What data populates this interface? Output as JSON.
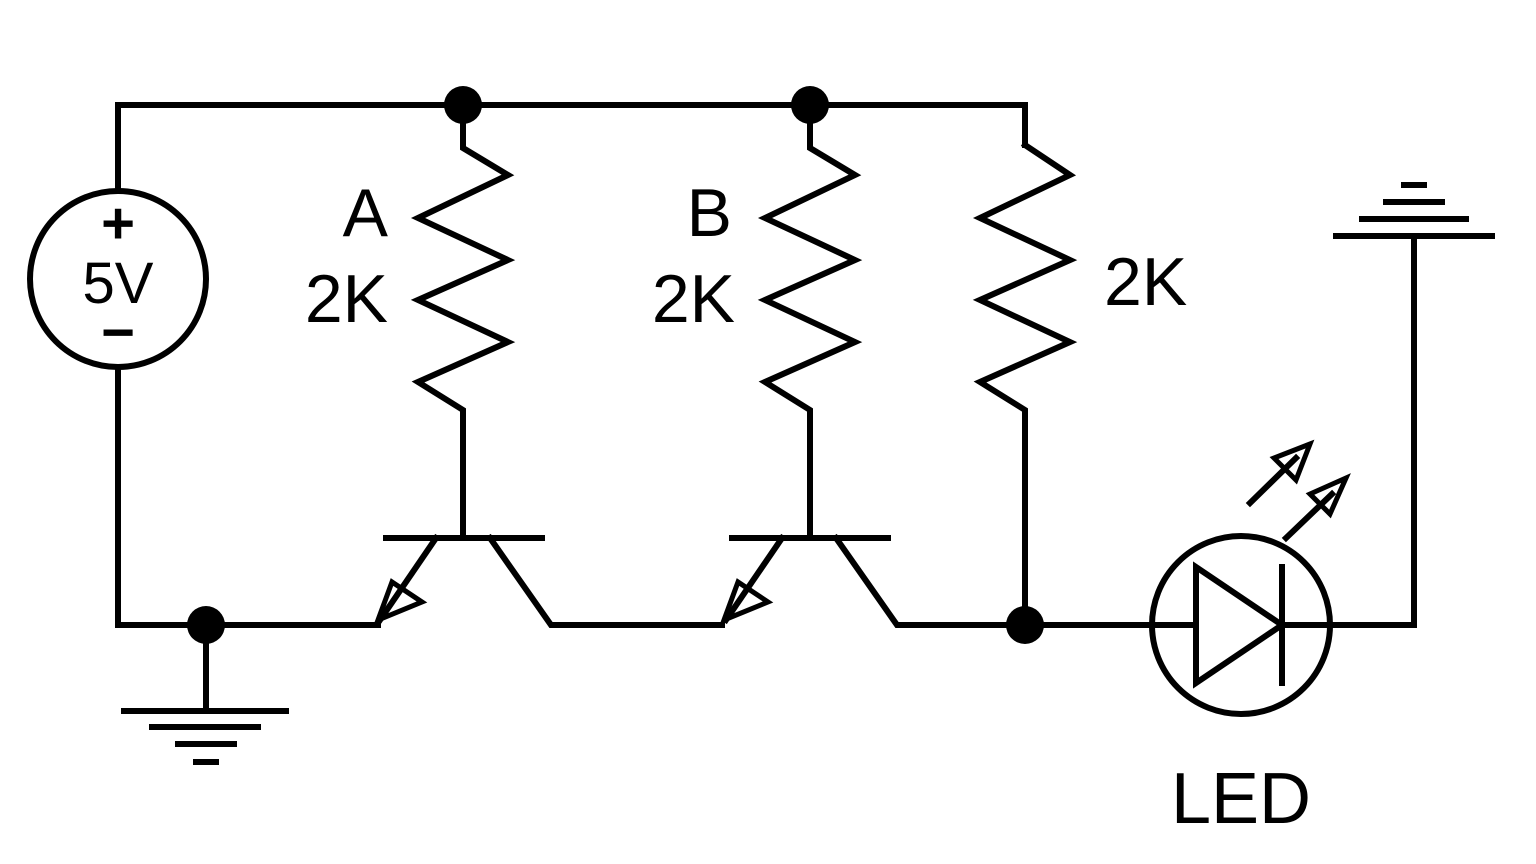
{
  "source": {
    "voltage_label": "5V",
    "plus_sign": "+",
    "minus_sign": "−"
  },
  "resistors": [
    {
      "name": "A",
      "value": "2K"
    },
    {
      "name": "B",
      "value": "2K"
    },
    {
      "name": "",
      "value": "2K"
    }
  ],
  "led": {
    "label": "LED"
  },
  "colors": {
    "ink": "#000000",
    "background": "#ffffff"
  }
}
